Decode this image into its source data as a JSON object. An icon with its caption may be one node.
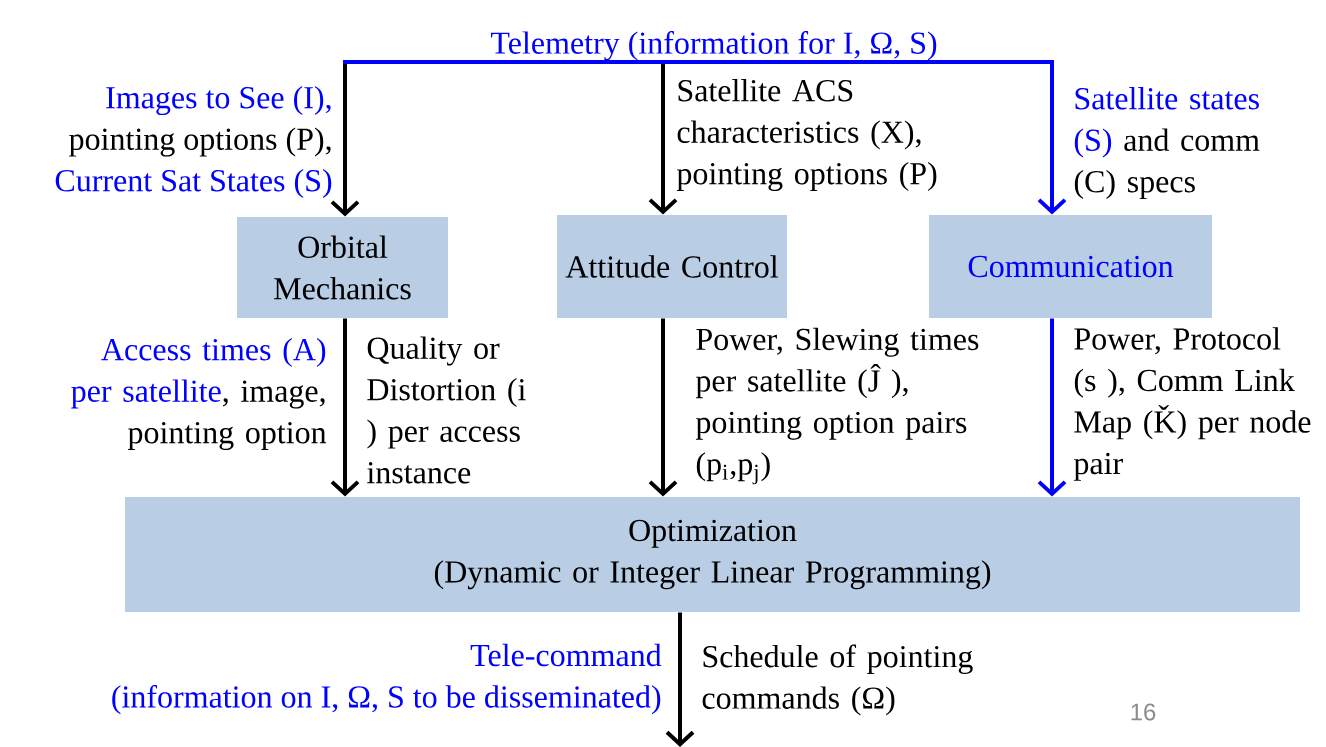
{
  "diagram": {
    "nodes": [
      {
        "text": [
          "Telemetry (information for I, Ω, S)"
        ]
      },
      {
        "text": [
          "Orbital Mechanics"
        ]
      },
      {
        "text": [
          "Attitude Control"
        ]
      },
      {
        "text": [
          "Communication"
        ]
      },
      {
        "text": [
          "Optimization",
          "(Dynamic or Integer Linear Programming)"
        ]
      }
    ],
    "edges": [
      {
        "from": 0,
        "to": 1,
        "arrow": "to"
      },
      {
        "from": 0,
        "to": 2,
        "arrow": "to"
      },
      {
        "from": 0,
        "to": 3,
        "arrow": "to",
        "color": "#0000ff"
      },
      {
        "from": 1,
        "to": 4,
        "arrow": "to"
      },
      {
        "from": 2,
        "to": 4,
        "arrow": "to"
      },
      {
        "from": 3,
        "to": 4,
        "arrow": "to",
        "color": "#0000ff"
      },
      {
        "from": 4,
        "to": null,
        "arrow": "to"
      }
    ],
    "labels": [
      "Images to See (I),",
      "pointing options (P),",
      "Current Sat States (S)",
      "Satellite ACS characteristics (X), pointing options (P)",
      "Satellite states (S)",
      "and comm (C) specs",
      "Access times (A) per satellite",
      ", image, pointing option",
      "Quality or Distortion (i ) per access instance",
      "Power, Slewing times per satellite (Ĵ ), pointing option pairs (p$_{i}$,p$_{j}$)",
      "Power, Protocol (s ), Comm Link Map (Ǩ) per node pair",
      "Tele-command",
      "(information on I, Ω, S to be disseminated)",
      "Schedule of pointing commands (Ω)",
      "16"
    ]
  }
}
